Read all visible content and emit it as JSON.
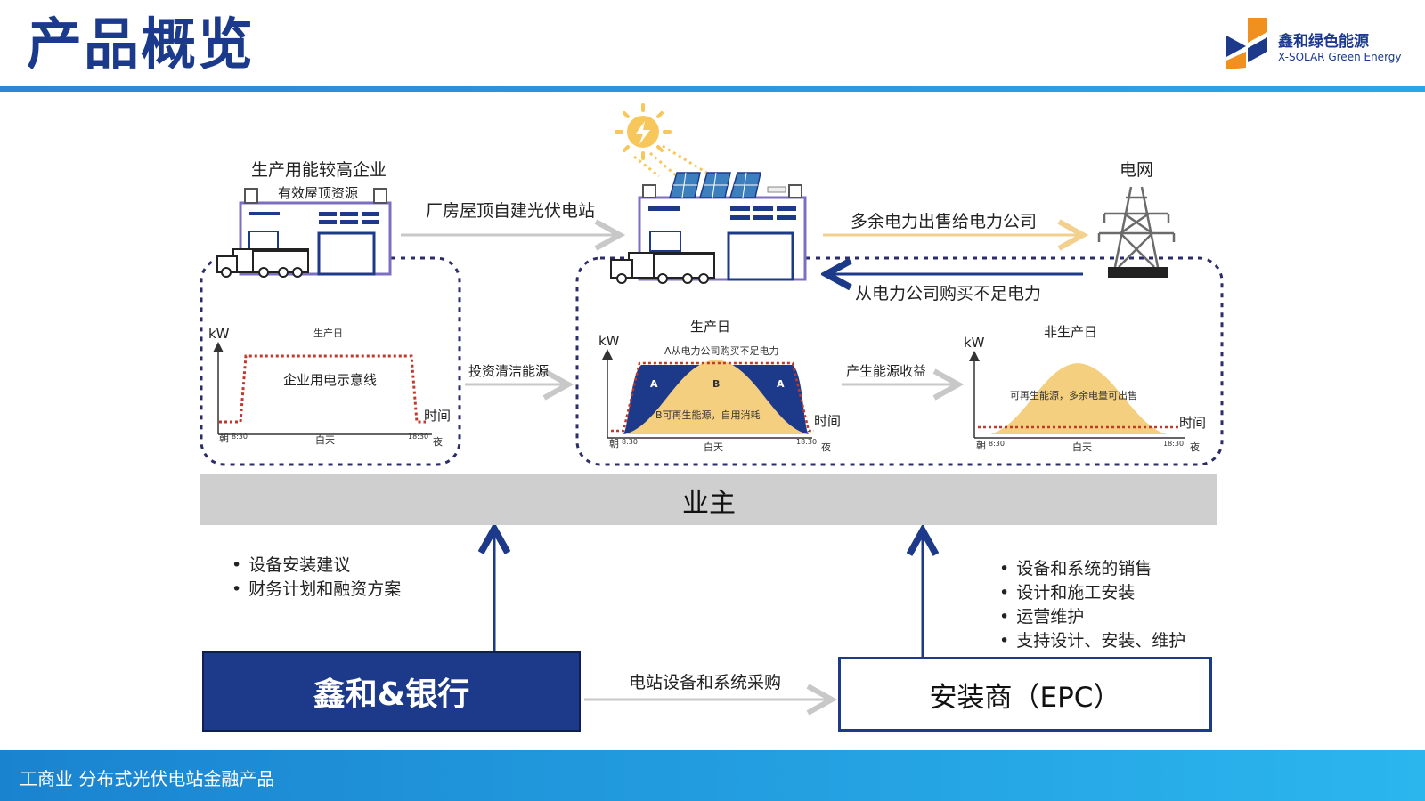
{
  "header": {
    "title": "产品概览",
    "logo_cn": "鑫和绿色能源",
    "logo_en": "X-SOLAR Green Energy"
  },
  "footer": {
    "text": "工商业  分布式光伏电站金融产品"
  },
  "top_row": {
    "enterprise_label": "生产用能较高企业",
    "roof_label": "有效屋顶资源",
    "arrow_build_label": "厂房屋顶自建光伏电站",
    "grid_label": "电网",
    "sell_label": "多余电力出售给电力公司",
    "buy_label": "从电力公司购买不足电力"
  },
  "chart_left": {
    "ylabel": "kW",
    "title": "生产日",
    "caption": "企业用电示意线",
    "xlabel": "时间",
    "tick_start": "朝",
    "tick_mid": "白天",
    "tick_end": "夜",
    "t1": "8:30",
    "t2": "18:30"
  },
  "arrow_invest_label": "投资清洁能源",
  "chart_mid": {
    "ylabel": "kW",
    "title": "生产日",
    "note_top": "A从电力公司购买不足电力",
    "label_a": "A",
    "label_b": "B",
    "note_b": "B可再生能源，自用消耗",
    "xlabel": "时间",
    "tick_start": "朝",
    "tick_mid": "白天",
    "tick_end": "夜",
    "t1": "8:30",
    "t2": "18:30"
  },
  "arrow_revenue_label": "产生能源收益",
  "chart_right": {
    "ylabel": "kW",
    "title": "非生产日",
    "note": "可再生能源，多余电量可出售",
    "xlabel": "时间",
    "tick_start": "朝",
    "tick_mid": "白天",
    "tick_end": "夜",
    "t1": "8:30",
    "t2": "18:30"
  },
  "owner": "业主",
  "bank": {
    "label": "鑫和&银行",
    "bullets": [
      "设备安装建议",
      "财务计划和融资方案"
    ]
  },
  "epc": {
    "label": "安装商（EPC）",
    "bullets": [
      "设备和系统的销售",
      "设计和施工安装",
      "运营维护",
      "支持设计、安装、维护"
    ]
  },
  "arrow_purchase_label": "电站设备和系统采购",
  "colors": {
    "navy": "#1d3a8a",
    "accent_blue": "#2a8ad8",
    "solar_yellow": "#f5cf80",
    "dotted_red": "#c0392b",
    "building_purple": "#7c6fc1",
    "dash_navy": "#2b2d6b"
  }
}
